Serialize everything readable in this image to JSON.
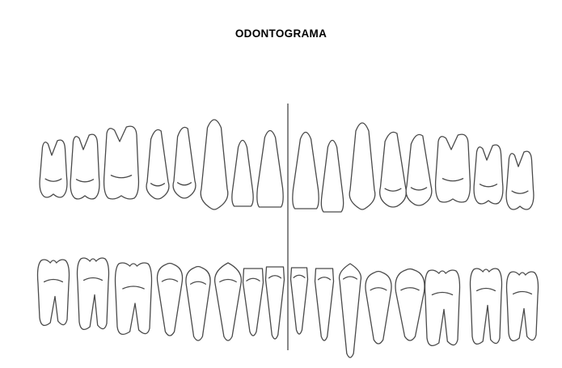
{
  "title": "ODONTOGRAMA",
  "diagram": {
    "upper_teeth": [
      {
        "name": "upper-tooth-1",
        "kind": "molar"
      },
      {
        "name": "upper-tooth-2",
        "kind": "molar"
      },
      {
        "name": "upper-tooth-3",
        "kind": "molar"
      },
      {
        "name": "upper-tooth-4",
        "kind": "premolar"
      },
      {
        "name": "upper-tooth-5",
        "kind": "premolar"
      },
      {
        "name": "upper-tooth-6",
        "kind": "canine"
      },
      {
        "name": "upper-tooth-7",
        "kind": "incisor"
      },
      {
        "name": "upper-tooth-8",
        "kind": "incisor"
      },
      {
        "name": "upper-tooth-9",
        "kind": "incisor"
      },
      {
        "name": "upper-tooth-10",
        "kind": "incisor"
      },
      {
        "name": "upper-tooth-11",
        "kind": "canine"
      },
      {
        "name": "upper-tooth-12",
        "kind": "premolar"
      },
      {
        "name": "upper-tooth-13",
        "kind": "premolar"
      },
      {
        "name": "upper-tooth-14",
        "kind": "molar"
      },
      {
        "name": "upper-tooth-15",
        "kind": "molar"
      },
      {
        "name": "upper-tooth-16",
        "kind": "molar"
      }
    ],
    "lower_teeth": [
      {
        "name": "lower-tooth-1",
        "kind": "molar"
      },
      {
        "name": "lower-tooth-2",
        "kind": "molar"
      },
      {
        "name": "lower-tooth-3",
        "kind": "molar"
      },
      {
        "name": "lower-tooth-4",
        "kind": "premolar"
      },
      {
        "name": "lower-tooth-5",
        "kind": "premolar"
      },
      {
        "name": "lower-tooth-6",
        "kind": "canine"
      },
      {
        "name": "lower-tooth-7",
        "kind": "incisor"
      },
      {
        "name": "lower-tooth-8",
        "kind": "incisor"
      },
      {
        "name": "lower-tooth-9",
        "kind": "incisor"
      },
      {
        "name": "lower-tooth-10",
        "kind": "incisor"
      },
      {
        "name": "lower-tooth-11",
        "kind": "canine"
      },
      {
        "name": "lower-tooth-12",
        "kind": "premolar"
      },
      {
        "name": "lower-tooth-13",
        "kind": "premolar"
      },
      {
        "name": "lower-tooth-14",
        "kind": "molar"
      },
      {
        "name": "lower-tooth-15",
        "kind": "molar"
      },
      {
        "name": "lower-tooth-16",
        "kind": "molar"
      }
    ],
    "line_color": "#4a4a4a",
    "background_color": "#ffffff"
  }
}
